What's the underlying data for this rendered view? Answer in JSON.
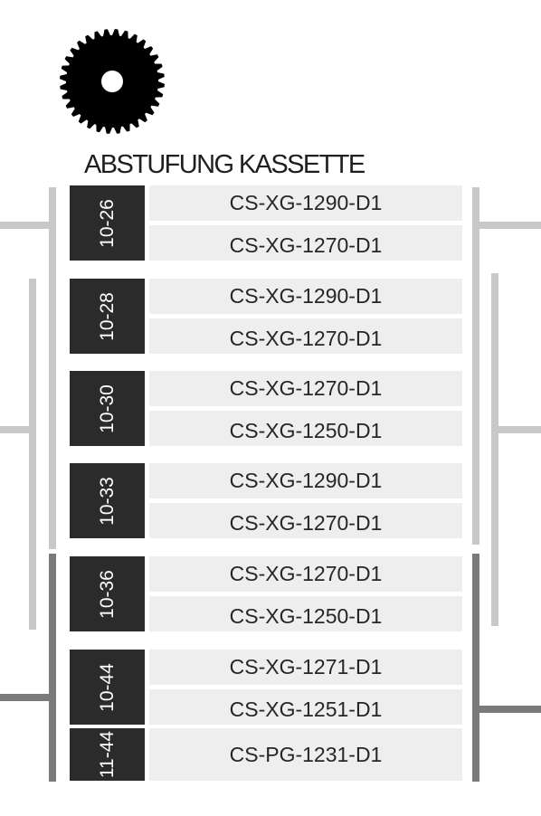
{
  "title": "ABSTUFUNG KASSETTE",
  "icon": "chainring-sprocket-icon",
  "colors": {
    "label_bg": "#2b2b2b",
    "row_bg": "#eeeeee",
    "bracket_light": "#c8c8c8",
    "bracket_dark": "#7a7a7a"
  },
  "groups": [
    {
      "range": "10-26",
      "cassettes": [
        "CS-XG-1290-D1",
        "CS-XG-1270-D1"
      ]
    },
    {
      "range": "10-28",
      "cassettes": [
        "CS-XG-1290-D1",
        "CS-XG-1270-D1"
      ]
    },
    {
      "range": "10-30",
      "cassettes": [
        "CS-XG-1270-D1",
        "CS-XG-1250-D1"
      ]
    },
    {
      "range": "10-33",
      "cassettes": [
        "CS-XG-1290-D1",
        "CS-XG-1270-D1"
      ]
    },
    {
      "range": "10-36",
      "cassettes": [
        "CS-XG-1270-D1",
        "CS-XG-1250-D1"
      ]
    },
    {
      "range": "10-44",
      "cassettes": [
        "CS-XG-1271-D1",
        "CS-XG-1251-D1"
      ]
    },
    {
      "range": "11-44",
      "cassettes": [
        "CS-PG-1231-D1"
      ]
    }
  ]
}
